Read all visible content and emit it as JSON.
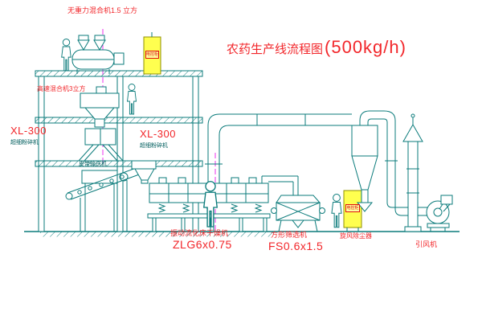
{
  "title": {
    "text": "农药生产线流程图",
    "capacity": "(500kg/h)"
  },
  "labels": {
    "top_mixer": "无重力混合机1.5 立方",
    "high_speed_mixer": "高速混合机3立方",
    "xl300_left": "XL-300",
    "xl300_left_sub": "超细粉碎机",
    "xl300_mid": "XL-300",
    "xl300_mid_sub": "超细粉碎机",
    "belt_conveyor": "皮带输送机",
    "dryer_name": "振动流化床干燥机",
    "dryer_model": "ZLG6x0.75",
    "sieve_name": "方形筛选机",
    "sieve_model": "FS0.6x1.5",
    "dust_collector": "旋风除尘器",
    "fan": "引风机",
    "cabinet_top": "电控柜",
    "cabinet_right": "电控柜"
  },
  "colors": {
    "line_teal": "#0b7b7b",
    "text_red": "#f2262a",
    "text_teal": "#005e5e",
    "centerline_magenta": "#e800e8",
    "cabinet_yellow": "#ffff4f",
    "cabinet_border": "#8f8f00",
    "background": "#ffffff"
  }
}
